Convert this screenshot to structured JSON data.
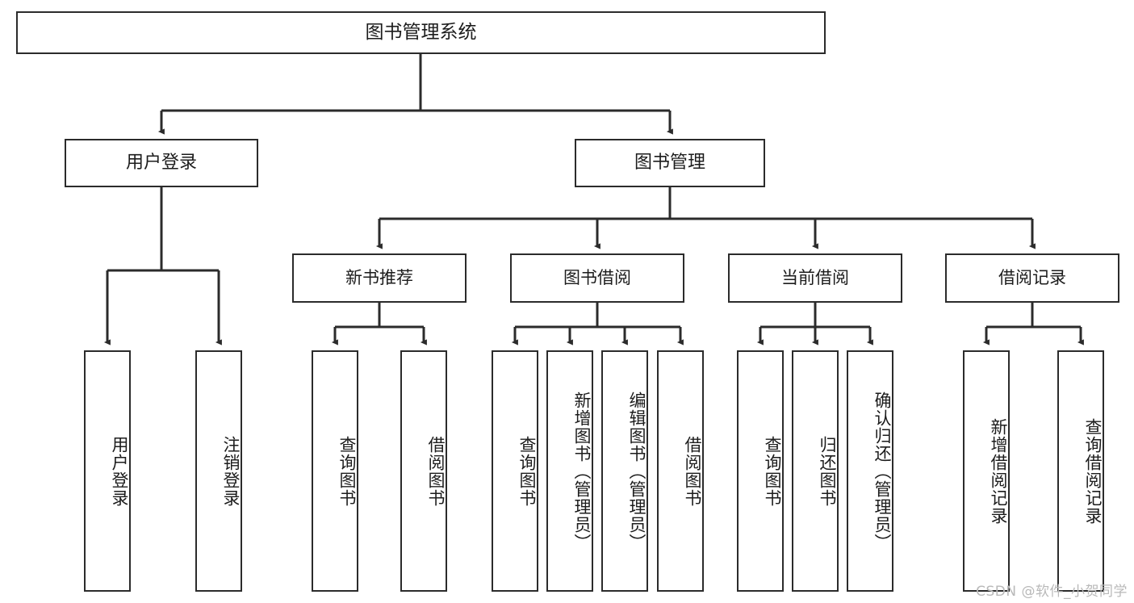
{
  "diagram": {
    "title": "图书管理系统",
    "type": "tree",
    "root": {
      "label": "图书管理系统"
    },
    "level2": [
      {
        "label": "用户登录"
      },
      {
        "label": "图书管理"
      }
    ],
    "level3": [
      {
        "label": "新书推荐"
      },
      {
        "label": "图书借阅"
      },
      {
        "label": "当前借阅"
      },
      {
        "label": "借阅记录"
      }
    ],
    "leaves": {
      "user_login": [
        {
          "label": "用户登录"
        },
        {
          "label": "注销登录"
        }
      ],
      "new_book_recommend": [
        {
          "label": "查询图书"
        },
        {
          "label": "借阅图书"
        }
      ],
      "book_borrow": [
        {
          "label": "查询图书"
        },
        {
          "label": "新增图书（管理员）"
        },
        {
          "label": "编辑图书（管理员）"
        },
        {
          "label": "借阅图书"
        }
      ],
      "current_borrow": [
        {
          "label": "查询图书"
        },
        {
          "label": "归还图书"
        },
        {
          "label": "确认归还（管理员）"
        }
      ],
      "borrow_record": [
        {
          "label": "新增借阅记录"
        },
        {
          "label": "查询借阅记录"
        }
      ]
    }
  },
  "watermark": {
    "text": "CSDN @软件_小贺同学"
  },
  "colors": {
    "border": "#2b2b2b",
    "background": "#ffffff",
    "text": "#1c1c1c",
    "watermark": "#b9b9b9"
  }
}
